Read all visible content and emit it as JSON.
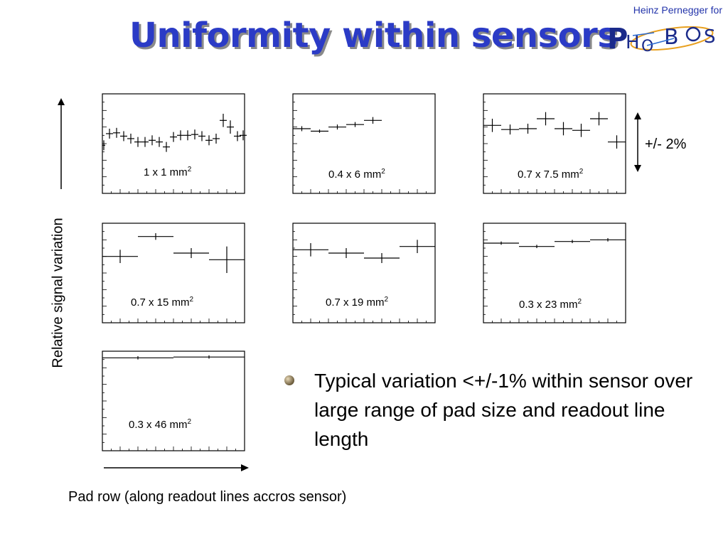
{
  "header": {
    "title": "Uniformity within sensors",
    "author": "Heinz Pernegger for",
    "logo_text": "PHOBOS"
  },
  "axes_text": {
    "ylabel": "Relative signal variation",
    "xlabel": "Pad row (along readout lines accros sensor)",
    "scale_note": "+/- 2%"
  },
  "bullet": {
    "text": "Typical variation <+/-1% within sensor over large range of pad size and readout line length"
  },
  "chart_data": [
    {
      "type": "scatter",
      "pad_size": "1 x 1 mm",
      "pad_size_sup": "2",
      "ylim": [
        0.97,
        1.03
      ],
      "xlim": [
        0,
        20
      ],
      "points": [
        {
          "x": 0.2,
          "y": 0.999,
          "xerr": 0.2,
          "yerr": 0.003
        },
        {
          "x": 1.0,
          "y": 1.006,
          "xerr": 0.5,
          "yerr": 0.003
        },
        {
          "x": 2.0,
          "y": 1.0065,
          "xerr": 0.5,
          "yerr": 0.003
        },
        {
          "x": 3.0,
          "y": 1.0045,
          "xerr": 0.5,
          "yerr": 0.003
        },
        {
          "x": 4.0,
          "y": 1.003,
          "xerr": 0.5,
          "yerr": 0.003
        },
        {
          "x": 5.0,
          "y": 1.001,
          "xerr": 0.5,
          "yerr": 0.003
        },
        {
          "x": 6.0,
          "y": 1.001,
          "xerr": 0.5,
          "yerr": 0.003
        },
        {
          "x": 7.0,
          "y": 1.002,
          "xerr": 0.5,
          "yerr": 0.003
        },
        {
          "x": 8.0,
          "y": 1.001,
          "xerr": 0.5,
          "yerr": 0.003
        },
        {
          "x": 9.0,
          "y": 0.998,
          "xerr": 0.5,
          "yerr": 0.003
        },
        {
          "x": 10.0,
          "y": 1.004,
          "xerr": 0.5,
          "yerr": 0.003
        },
        {
          "x": 11.0,
          "y": 1.005,
          "xerr": 0.5,
          "yerr": 0.003
        },
        {
          "x": 12.0,
          "y": 1.005,
          "xerr": 0.5,
          "yerr": 0.003
        },
        {
          "x": 13.0,
          "y": 1.0055,
          "xerr": 0.5,
          "yerr": 0.003
        },
        {
          "x": 14.0,
          "y": 1.0045,
          "xerr": 0.5,
          "yerr": 0.003
        },
        {
          "x": 15.0,
          "y": 1.002,
          "xerr": 0.5,
          "yerr": 0.003
        },
        {
          "x": 16.0,
          "y": 1.003,
          "xerr": 0.5,
          "yerr": 0.003
        },
        {
          "x": 17.0,
          "y": 1.014,
          "xerr": 0.5,
          "yerr": 0.004
        },
        {
          "x": 18.0,
          "y": 1.01,
          "xerr": 0.5,
          "yerr": 0.004
        },
        {
          "x": 19.0,
          "y": 1.0045,
          "xerr": 0.5,
          "yerr": 0.003
        },
        {
          "x": 19.8,
          "y": 1.005,
          "xerr": 0.5,
          "yerr": 0.003
        }
      ]
    },
    {
      "type": "scatter",
      "pad_size": "0.4 x 6 mm",
      "pad_size_sup": "2",
      "ylim": [
        0.97,
        1.03
      ],
      "xlim": [
        0,
        8
      ],
      "points": [
        {
          "x": 0.5,
          "y": 1.009,
          "xerr": 0.5,
          "yerr": 0.0015
        },
        {
          "x": 1.5,
          "y": 1.0075,
          "xerr": 0.5,
          "yerr": 0.001
        },
        {
          "x": 2.5,
          "y": 1.01,
          "xerr": 0.5,
          "yerr": 0.0015
        },
        {
          "x": 3.5,
          "y": 1.0115,
          "xerr": 0.5,
          "yerr": 0.0015
        },
        {
          "x": 4.5,
          "y": 1.014,
          "xerr": 0.5,
          "yerr": 0.002
        }
      ]
    },
    {
      "type": "scatter",
      "pad_size": "0.7 x 7.5 mm",
      "pad_size_sup": "2",
      "ylim": [
        0.97,
        1.03
      ],
      "xlim": [
        0,
        8
      ],
      "points": [
        {
          "x": 0.5,
          "y": 1.011,
          "xerr": 0.5,
          "yerr": 0.004
        },
        {
          "x": 1.5,
          "y": 1.0085,
          "xerr": 0.5,
          "yerr": 0.003
        },
        {
          "x": 2.5,
          "y": 1.009,
          "xerr": 0.5,
          "yerr": 0.003
        },
        {
          "x": 3.5,
          "y": 1.015,
          "xerr": 0.5,
          "yerr": 0.004
        },
        {
          "x": 4.5,
          "y": 1.009,
          "xerr": 0.5,
          "yerr": 0.004
        },
        {
          "x": 5.5,
          "y": 1.008,
          "xerr": 0.5,
          "yerr": 0.004
        },
        {
          "x": 6.5,
          "y": 1.015,
          "xerr": 0.5,
          "yerr": 0.004
        },
        {
          "x": 7.5,
          "y": 1.001,
          "xerr": 0.5,
          "yerr": 0.004
        }
      ]
    },
    {
      "type": "scatter",
      "pad_size": "0.7 x 15 mm",
      "pad_size_sup": "2",
      "ylim": [
        0.97,
        1.03
      ],
      "xlim": [
        0,
        8
      ],
      "points": [
        {
          "x": 1,
          "y": 1.01,
          "xerr": 1,
          "yerr": 0.004
        },
        {
          "x": 3,
          "y": 1.022,
          "xerr": 1,
          "yerr": 0.002
        },
        {
          "x": 5,
          "y": 1.012,
          "xerr": 1,
          "yerr": 0.003
        },
        {
          "x": 7,
          "y": 1.008,
          "xerr": 1,
          "yerr": 0.008
        }
      ]
    },
    {
      "type": "scatter",
      "pad_size": "0.7 x 19 mm",
      "pad_size_sup": "2",
      "ylim": [
        0.97,
        1.03
      ],
      "xlim": [
        0,
        8
      ],
      "points": [
        {
          "x": 1,
          "y": 1.014,
          "xerr": 1,
          "yerr": 0.004
        },
        {
          "x": 3,
          "y": 1.012,
          "xerr": 1,
          "yerr": 0.003
        },
        {
          "x": 5,
          "y": 1.009,
          "xerr": 1,
          "yerr": 0.003
        },
        {
          "x": 7,
          "y": 1.016,
          "xerr": 1,
          "yerr": 0.004
        }
      ]
    },
    {
      "type": "scatter",
      "pad_size": "0.3 x 23 mm",
      "pad_size_sup": "2",
      "ylim": [
        0.97,
        1.03
      ],
      "xlim": [
        0,
        8
      ],
      "points": [
        {
          "x": 1,
          "y": 1.018,
          "xerr": 1,
          "yerr": 0.001
        },
        {
          "x": 3,
          "y": 1.016,
          "xerr": 1,
          "yerr": 0.001
        },
        {
          "x": 5,
          "y": 1.019,
          "xerr": 1,
          "yerr": 0.001
        },
        {
          "x": 7,
          "y": 1.02,
          "xerr": 1,
          "yerr": 0.001
        }
      ]
    },
    {
      "type": "scatter",
      "pad_size": "0.3 x 46 mm",
      "pad_size_sup": "2",
      "ylim": [
        0.97,
        1.03
      ],
      "xlim": [
        0,
        8
      ],
      "points": [
        {
          "x": 2,
          "y": 1.026,
          "xerr": 2,
          "yerr": 0.001
        },
        {
          "x": 6,
          "y": 1.0265,
          "xerr": 2,
          "yerr": 0.001
        }
      ]
    }
  ]
}
